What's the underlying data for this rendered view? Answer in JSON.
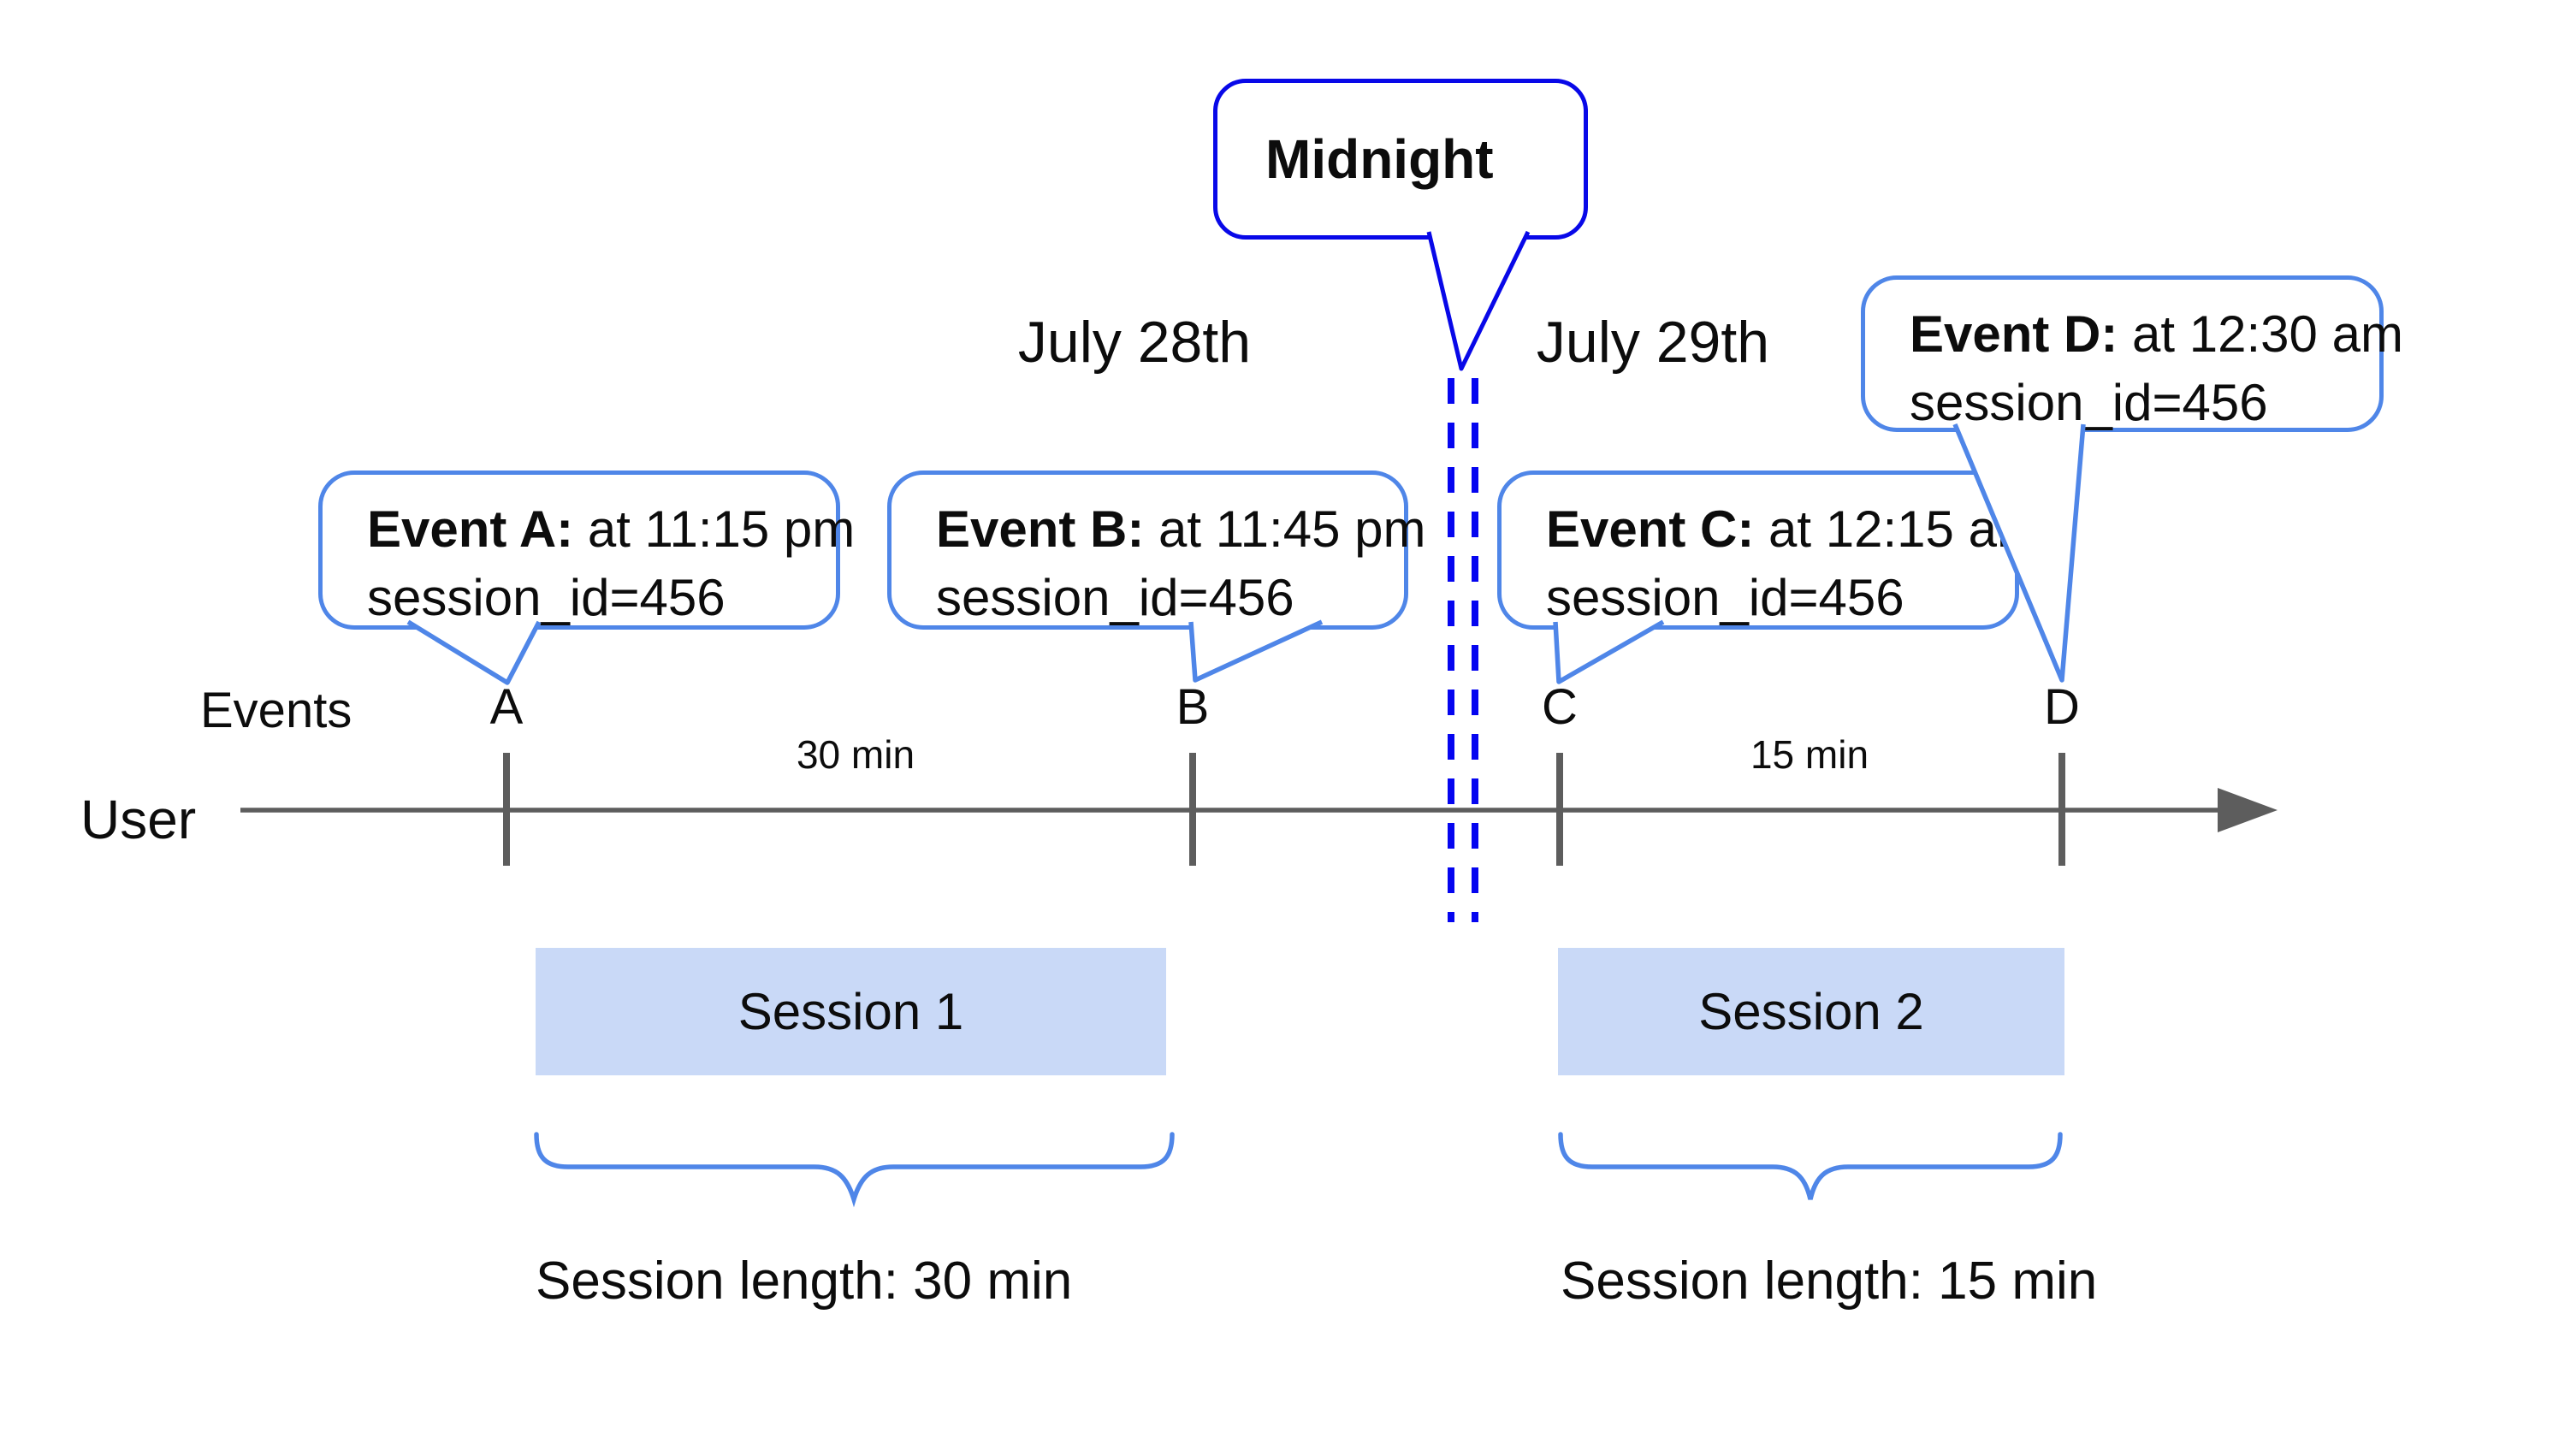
{
  "midnight": {
    "label": "Midnight"
  },
  "dates": {
    "left": "July 28th",
    "right": "July 29th"
  },
  "events": [
    {
      "title": "Event A:",
      "time": " at 11:15 pm",
      "session_id": "session_id=456"
    },
    {
      "title": "Event B:",
      "time": " at 11:45 pm",
      "session_id": "session_id=456"
    },
    {
      "title": "Event C:",
      "time": " at 12:15 am",
      "session_id": "session_id=456"
    },
    {
      "title": "Event D:",
      "time": " at 12:30 am",
      "session_id": "session_id=456"
    }
  ],
  "timeline": {
    "events_label": "Events",
    "user_label": "User",
    "ticks": [
      "A",
      "B",
      "C",
      "D"
    ],
    "intervals": [
      "30 min",
      "15 min"
    ]
  },
  "sessions": [
    {
      "name": "Session 1",
      "length": "Session length: 30 min"
    },
    {
      "name": "Session 2",
      "length": "Session length: 15 min"
    }
  ],
  "colors": {
    "callout_border": "#4f86e8",
    "midnight_border": "#0808e8",
    "dashed_line": "#0505f0",
    "timeline_line": "#5d5d5d",
    "session_fill": "#c9d9f7",
    "text": "#0c0c0c"
  }
}
